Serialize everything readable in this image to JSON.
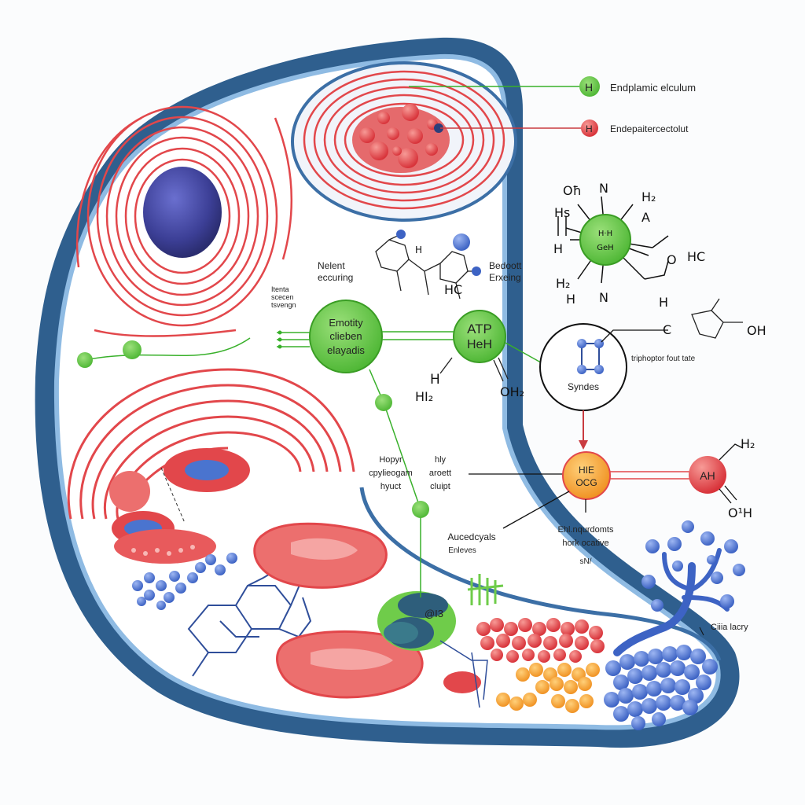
{
  "labels": {
    "er_top": "Endplamic elculum",
    "er_bottom": "Endepaitercectolut",
    "left_small_1": "Itenta",
    "left_small_2": "scecen",
    "left_small_3": "tsvengn",
    "nelent_1": "Nelent",
    "nelent_2": "eccuring",
    "bedoott_1": "Bedoott",
    "bedoott_2": "Erxeing",
    "enzyme_1": "Emotity",
    "enzyme_2": "clieben",
    "enzyme_3": "elayadis",
    "atp_1": "ATP",
    "atp_2": "HeH",
    "syndes": "Syndes",
    "triphoptor": "triphoptor fout tate",
    "hopyr_1": "Hopyr",
    "hopyr_2": "cpylieogam",
    "hopyr_3": "hyuct",
    "hly_1": "hly",
    "hly_2": "aroett",
    "hly_3": "cluipt",
    "hie_1": "HIE",
    "hie_2": "OCG",
    "ah": "AH",
    "aucedcyals_1": "Aucedcyals",
    "aucedcyals_2": "Enleves",
    "ehl_1": "Ehl.nqurdomts",
    "ehl_2": "hork ocative",
    "ehl_3": "sN/",
    "ciiia": "Ciiia lacry",
    "golgi_tag": "@I3"
  },
  "chem": {
    "small_H": "H",
    "HC_mid": "HC",
    "O_H": "Oħ",
    "N_top": "N",
    "H2_top": "H₂",
    "A": "A",
    "Hs": "Hs",
    "H_left": "H",
    "O_HC": "O",
    "HC_right": "HC",
    "H2_low": "H₂",
    "H_low": "H",
    "N_low": "N",
    "center_top": "H·H",
    "center_bot": "GeH",
    "H_top2": "H",
    "C_top2": "C",
    "OH_top2": "OH",
    "H_blue": "H",
    "HI2": "HI₂",
    "OH2": "OH₂",
    "H2_right": "H₂",
    "OH_right": "O¹H"
  },
  "colors": {
    "membrane_outer": "#2f5f8e",
    "membrane_inner": "#7fb0dc",
    "er_red": "#e2474b",
    "nucleus": "#3c3f96",
    "green": "#58c33c",
    "orange": "#f4a030",
    "blue_bead": "#4a74cf"
  }
}
